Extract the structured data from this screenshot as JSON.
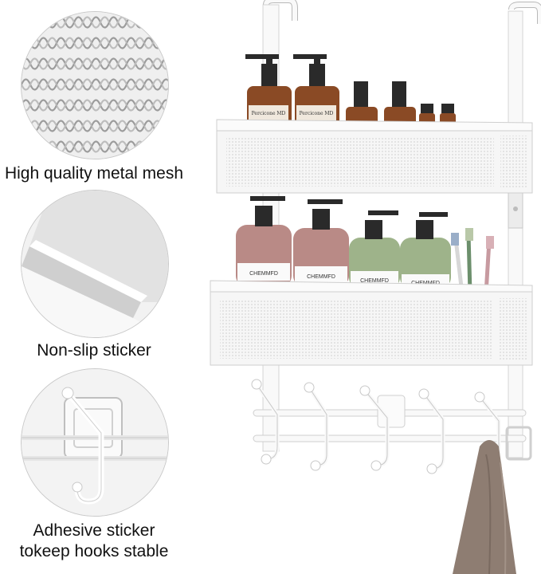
{
  "features": [
    {
      "caption": "High quality metal mesh",
      "icon": "metal-mesh-closeup"
    },
    {
      "caption": "Non-slip sticker",
      "icon": "non-slip-sticker-closeup"
    },
    {
      "caption_lines": [
        "Adhesive sticker",
        "tokeep hooks stable"
      ],
      "icon": "adhesive-hook-closeup"
    }
  ],
  "product": {
    "upper_shelf_bottle_labels": [
      "Percicone MD",
      "Percicone MD"
    ],
    "lower_shelf_bottle_labels": [
      "CHEMMFD",
      "CHEMMFD",
      "CHEMMFD",
      "CHEMMFD"
    ]
  },
  "colors": {
    "background": "#ffffff",
    "rack": "#f7f7f7",
    "amber_bottle": "#8a4a25",
    "mauve_bottle": "#b98a86",
    "sage_bottle": "#9eb38a",
    "towel": "#8e7d72"
  }
}
